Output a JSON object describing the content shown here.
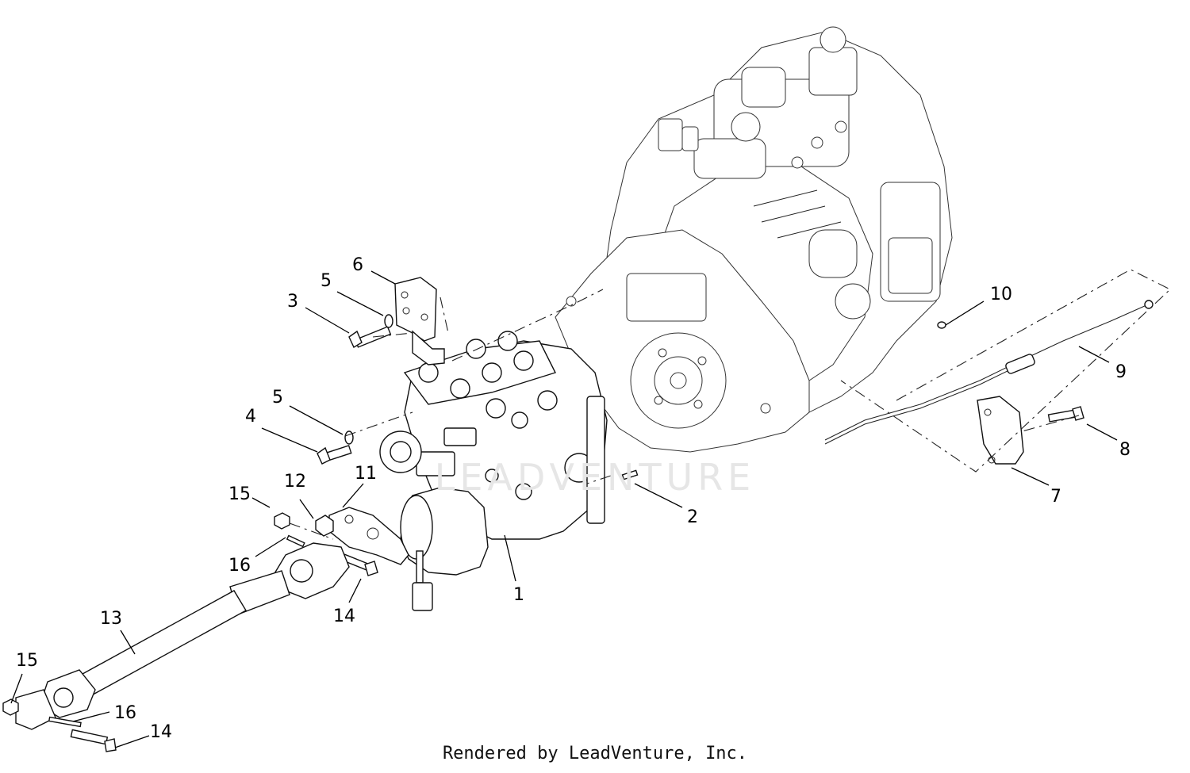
{
  "callouts": [
    "1",
    "2",
    "3",
    "4",
    "5",
    "5",
    "6",
    "7",
    "8",
    "9",
    "10",
    "11",
    "12",
    "13",
    "14",
    "14",
    "15",
    "15",
    "16",
    "16"
  ],
  "watermark": "LEADVENTURE",
  "footer": "Rendered by LeadVenture, Inc."
}
